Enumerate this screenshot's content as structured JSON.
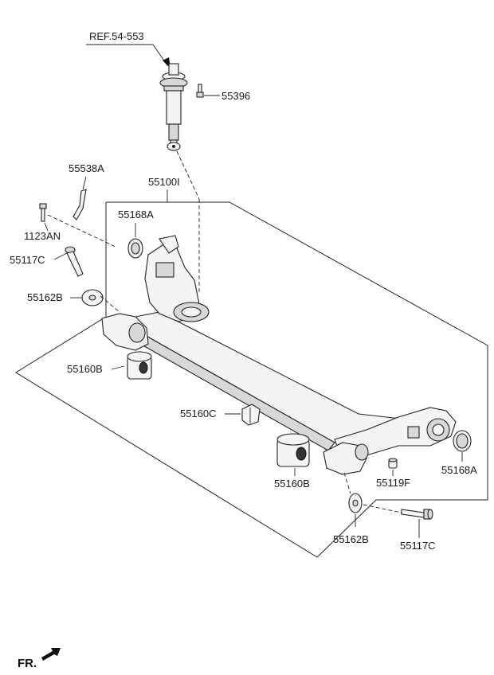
{
  "ref_label": "REF.54-553",
  "parts": {
    "p55396": "55396",
    "p55538A": "55538A",
    "p55100I": "55100I",
    "p55168A_top": "55168A",
    "p1123AN": "1123AN",
    "p55117C_left": "55117C",
    "p55162B_left": "55162B",
    "p55160B_left": "55160B",
    "p55160C": "55160C",
    "p55160B_right": "55160B",
    "p55119F": "55119F",
    "p55168A_right": "55168A",
    "p55162B_right": "55162B",
    "p55117C_right": "55117C"
  },
  "front_label": "FR."
}
